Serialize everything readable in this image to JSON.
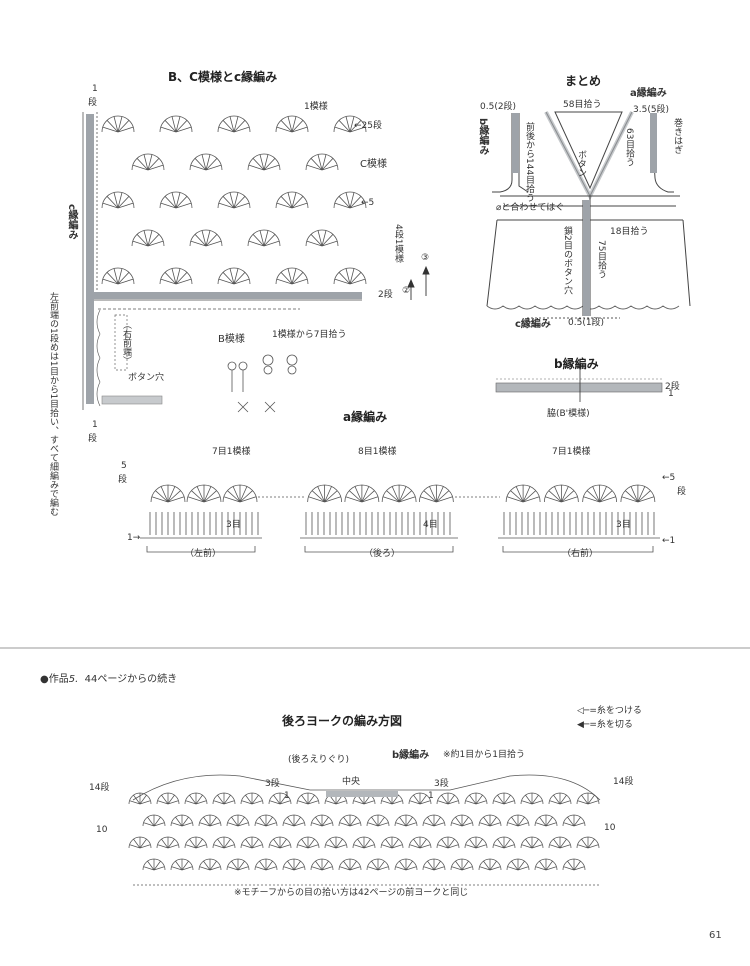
{
  "top_left": {
    "title": "B、C模様とc縁編み",
    "row1_top": "1",
    "dan_top": "段",
    "one_pattern": "1模様",
    "row25": "←25段",
    "c_pattern": "C模様",
    "row5": "←5",
    "c_edge": "c縁編み",
    "rows_note": "4段1模様",
    "row2": "2段",
    "arrow_3": "③",
    "arrow_2": "②",
    "b_pattern": "B模様",
    "pickup": "1模様から7目拾う",
    "right_front": "（右前端）",
    "button_hole": "ボタン穴",
    "left_note": "左前端の1段めは1目から1目拾い、すべて細編みで編む",
    "row1_bottom": "1",
    "dan_bottom": "段"
  },
  "assembly": {
    "title": "まとめ",
    "a_edge": "a縁編み",
    "w_left": "0.5(2段)",
    "pick58": "58目拾う",
    "w_right": "3.5(5段)",
    "b_edge": "b縁編み",
    "front_back": "前後から144目拾う",
    "button": "ボタン",
    "pick63": "63目拾う",
    "sew_shoulder": "巻きはぎ",
    "join_note": "⌀と合わせてはぐ",
    "pick18": "18目拾う",
    "chain_hole": "鎖2目のボタン穴",
    "pick75": "75目拾う",
    "c_edge": "c縁編み",
    "w_bottom": "0.5(1段)"
  },
  "b_edge": {
    "title": "b縁編み",
    "row2": "2段",
    "row1": "1",
    "waist": "脇(B'模様)"
  },
  "a_edge": {
    "title": "a縁編み",
    "g1": "7目1模様",
    "g2": "8目1模様",
    "g3": "7目1模様",
    "row5_left": "5",
    "dan_left": "段",
    "row5_right": "←5",
    "dan_right": "段",
    "row1_left": "1→",
    "row1_right": "←1",
    "three": "3目",
    "four": "4目",
    "three_b": "3目",
    "left_front": "（左前）",
    "back": "（後ろ）",
    "right_front": "（右前）"
  },
  "continuation": {
    "bullet": "●作品",
    "work_no": "5.",
    "text": "44ページからの続き"
  },
  "back_yoke": {
    "title": "後ろヨークの編み方図",
    "legend_attach": "=糸をつける",
    "legend_cut": "=糸を切る",
    "neck": "(後ろえりぐり)",
    "b_edge": "b縁編み",
    "pick_note": "※約1目から1目拾う",
    "center": "中央",
    "r14_left": "14段",
    "r14_right": "14段",
    "r3_left": "3段",
    "r3_right": "3段",
    "r1_left": "1",
    "r1_right": "1",
    "r10_left": "10",
    "r10_right": "10",
    "footnote": "※モチーフからの目の拾い方は42ページの前ヨークと同じ"
  },
  "page_number": "61"
}
